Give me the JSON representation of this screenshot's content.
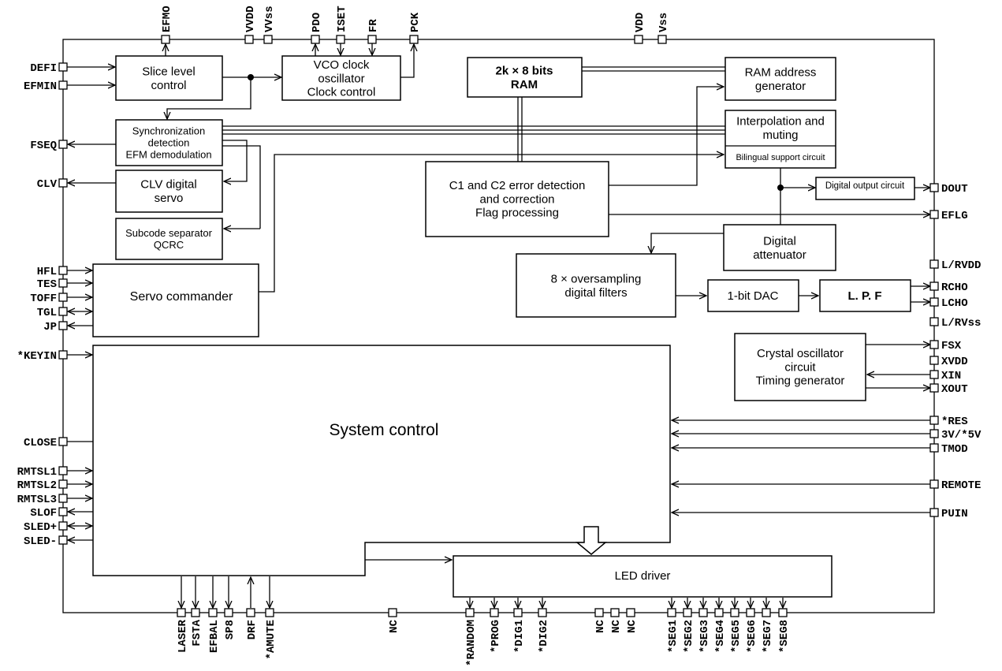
{
  "blocks": {
    "slice": "Slice level control",
    "vco": "VCO clock oscillator Clock control",
    "ram": "2k × 8 bits RAM",
    "ram_addr": "RAM address generator",
    "interp": "Interpolation and muting",
    "bilingual": "Bilingual support circuit",
    "sync": "Synchronization detection EFM demodulation",
    "clv": "CLV digital servo",
    "subcode": "Subcode separator QCRC",
    "ecc": "C1 and C2 error detection and correction Flag processing",
    "digout": "Digital output circuit",
    "atten": "Digital attenuator",
    "oversample": "8 × oversampling digital filters",
    "dac": "1-bit DAC",
    "lpf": "L. P. F",
    "servo": "Servo commander",
    "crystal": "Crystal oscillator circuit Timing generator",
    "system": "System control",
    "led": "LED driver"
  },
  "pins": {
    "top": [
      "EFMO",
      "VVDD",
      "VVss",
      "PDO",
      "ISET",
      "FR",
      "PCK",
      "VDD",
      "Vss"
    ],
    "left": [
      "DEFI",
      "EFMIN",
      "FSEQ",
      "CLV",
      "HFL",
      "TES",
      "TOFF",
      "TGL",
      "JP",
      "*KEYIN",
      "CLOSE",
      "RMTSL1",
      "RMTSL2",
      "RMTSL3",
      "SLOF",
      "SLED+",
      "SLED-"
    ],
    "right": [
      "DOUT",
      "EFLG",
      "L/RVDD",
      "RCHO",
      "LCHO",
      "L/RVss",
      "FSX",
      "XVDD",
      "XIN",
      "XOUT",
      "*RES",
      "3V/*5V",
      "TMOD",
      "REMOTE",
      "PUIN"
    ],
    "bottom": [
      "LASER",
      "FSTA",
      "EFBAL",
      "SP8",
      "DRF",
      "*AMUTE",
      "NC",
      "*RANDOM",
      "*PROG",
      "*DIG1",
      "*DIG2",
      "NC",
      "NC",
      "NC",
      "*SEG1",
      "*SEG2",
      "*SEG3",
      "*SEG4",
      "*SEG5",
      "*SEG6",
      "*SEG7",
      "*SEG8"
    ]
  }
}
